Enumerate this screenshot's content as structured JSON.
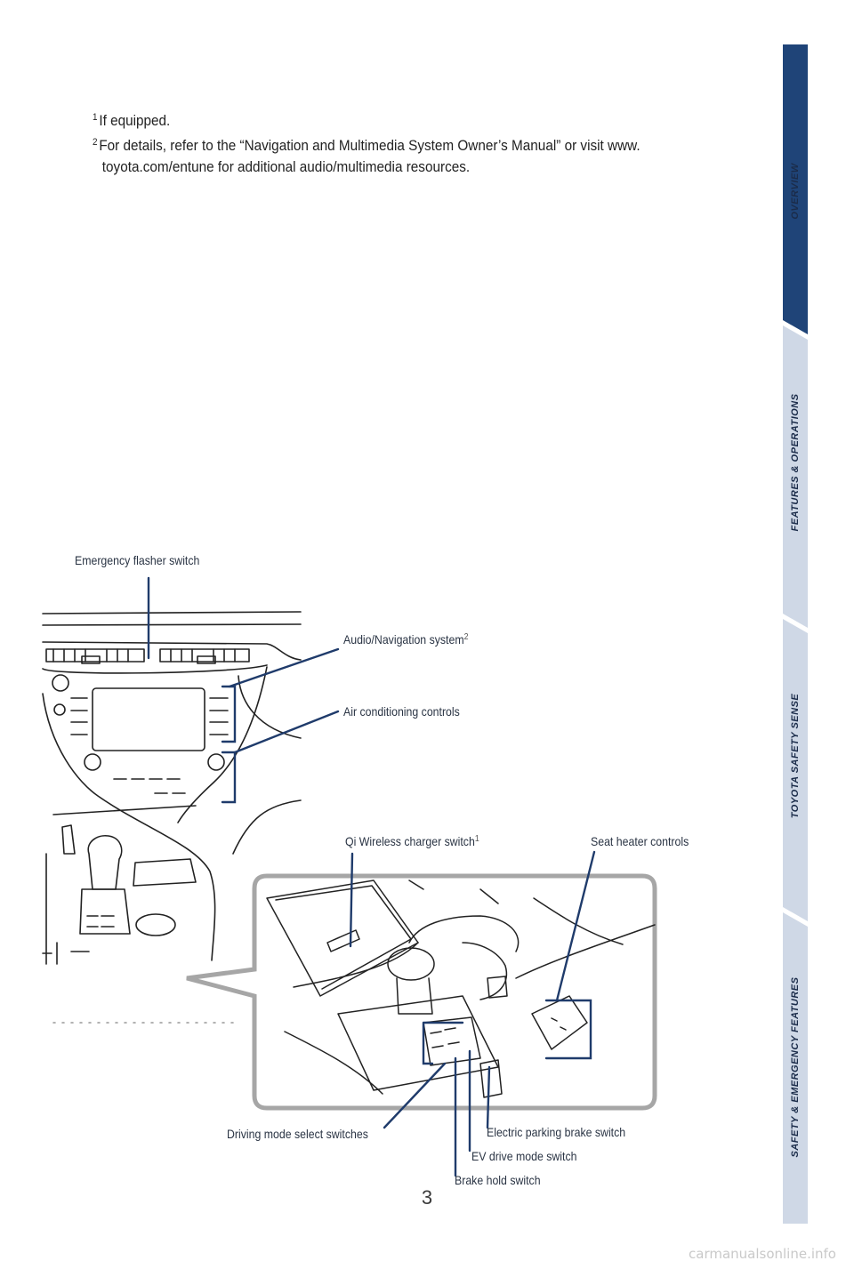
{
  "footnotes": [
    {
      "mark": "1",
      "lines": [
        "If equipped."
      ]
    },
    {
      "mark": "2",
      "lines": [
        "For details, refer to the “Navigation and Multimedia System Owner’s Manual” or visit www.",
        "toyota.com/entune for additional audio/multimedia resources."
      ]
    }
  ],
  "callouts": {
    "emergency_flasher": "Emergency flasher switch",
    "audio_navigation": "Audio/Navigation system",
    "audio_navigation_mark": "2",
    "air_conditioning": "Air conditioning controls",
    "qi_charger": "Qi Wireless charger switch",
    "qi_charger_mark": "1",
    "seat_heater": "Seat heater controls",
    "driving_mode": "Driving mode select switches",
    "electric_parking_brake": "Electric parking brake switch",
    "ev_drive_mode": "EV drive mode switch",
    "brake_hold": "Brake hold switch"
  },
  "page_number": "3",
  "sidebar_tabs": [
    {
      "label": "OVERVIEW",
      "active": true
    },
    {
      "label": "FEATURES & OPERATIONS",
      "active": false
    },
    {
      "label": "TOYOTA SAFETY SENSE",
      "active": false
    },
    {
      "label": "SAFETY & EMERGENCY FEATURES",
      "active": false
    }
  ],
  "watermark": "carmanualsonline.info",
  "colors": {
    "accent_navy": "#1f4478",
    "tab_inactive": "#cfd8e6",
    "callout_line": "#1f3b6b"
  }
}
